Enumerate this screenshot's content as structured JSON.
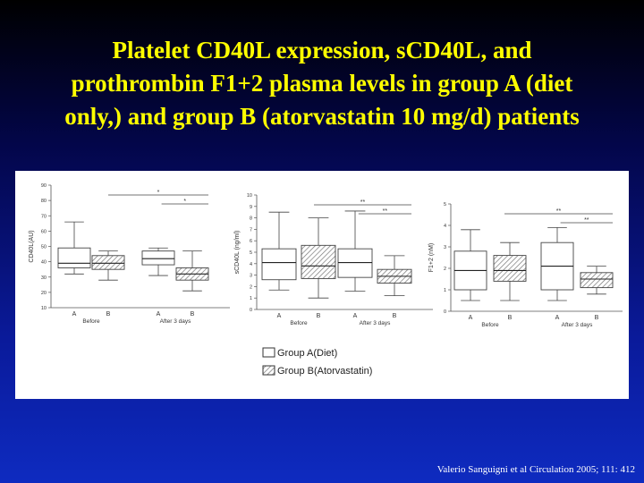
{
  "title_lines": [
    "Platelet CD40L expression, sCD40L, and",
    "prothrombin F1+2 plasma levels in group A (diet",
    "only,) and group B (atorvastatin 10 mg/d) patients"
  ],
  "citation": "Valerio Sanguigni et al Circulation 2005; 111: 412",
  "colors": {
    "title": "#ffff00",
    "background": "#0a1a9a",
    "panel": "#ffffff"
  },
  "legend": [
    {
      "label": "Group A(Diet)",
      "pattern": "plain"
    },
    {
      "label": "Group B(Atorvastatin)",
      "pattern": "hatched"
    }
  ],
  "chart_data": [
    {
      "type": "boxplot",
      "ylabel": "CD40L(AU)",
      "ylim": [
        10,
        90
      ],
      "yticks": [
        10,
        20,
        30,
        40,
        50,
        60,
        70,
        80,
        90
      ],
      "group_labels": [
        "Before",
        "After 3 days"
      ],
      "box_labels": [
        "A",
        "B",
        "A",
        "B"
      ],
      "boxes": [
        {
          "group": "Before",
          "series": "A",
          "whisker_low": 32,
          "q1": 36,
          "median": 39,
          "q3": 49,
          "whisker_high": 66
        },
        {
          "group": "Before",
          "series": "B",
          "whisker_low": 28,
          "q1": 35,
          "median": 39,
          "q3": 44,
          "whisker_high": 47
        },
        {
          "group": "After 3 days",
          "series": "A",
          "whisker_low": 31,
          "q1": 38,
          "median": 42,
          "q3": 47,
          "whisker_high": 49
        },
        {
          "group": "After 3 days",
          "series": "B",
          "whisker_low": 21,
          "q1": 28,
          "median": 32,
          "q3": 36,
          "whisker_high": 47
        }
      ],
      "significance": [
        "*",
        "*"
      ]
    },
    {
      "type": "boxplot",
      "ylabel": "sCD40L (ng/ml)",
      "ylim": [
        0,
        10
      ],
      "yticks": [
        0,
        1,
        2,
        3,
        4,
        5,
        6,
        7,
        8,
        9,
        10
      ],
      "group_labels": [
        "Before",
        "After 3 days"
      ],
      "box_labels": [
        "A",
        "B",
        "A",
        "B"
      ],
      "boxes": [
        {
          "group": "Before",
          "series": "A",
          "whisker_low": 1.7,
          "q1": 2.6,
          "median": 4.1,
          "q3": 5.3,
          "whisker_high": 8.5
        },
        {
          "group": "Before",
          "series": "B",
          "whisker_low": 1.0,
          "q1": 2.7,
          "median": 3.8,
          "q3": 5.6,
          "whisker_high": 8.0
        },
        {
          "group": "After 3 days",
          "series": "A",
          "whisker_low": 1.6,
          "q1": 2.8,
          "median": 4.1,
          "q3": 5.3,
          "whisker_high": 8.6
        },
        {
          "group": "After 3 days",
          "series": "B",
          "whisker_low": 1.2,
          "q1": 2.3,
          "median": 2.9,
          "q3": 3.5,
          "whisker_high": 4.7
        }
      ],
      "significance": [
        "**",
        "**"
      ]
    },
    {
      "type": "boxplot",
      "ylabel": "F1+2 (nM)",
      "ylim": [
        0,
        5
      ],
      "yticks": [
        0,
        1,
        2,
        3,
        4,
        5
      ],
      "group_labels": [
        "Before",
        "After 3 days"
      ],
      "box_labels": [
        "A",
        "B",
        "A",
        "B"
      ],
      "boxes": [
        {
          "group": "Before",
          "series": "A",
          "whisker_low": 0.5,
          "q1": 1.0,
          "median": 1.9,
          "q3": 2.8,
          "whisker_high": 3.8
        },
        {
          "group": "Before",
          "series": "B",
          "whisker_low": 0.5,
          "q1": 1.4,
          "median": 1.9,
          "q3": 2.6,
          "whisker_high": 3.2
        },
        {
          "group": "After 3 days",
          "series": "A",
          "whisker_low": 0.5,
          "q1": 1.0,
          "median": 2.1,
          "q3": 3.2,
          "whisker_high": 3.9
        },
        {
          "group": "After 3 days",
          "series": "B",
          "whisker_low": 0.8,
          "q1": 1.1,
          "median": 1.5,
          "q3": 1.8,
          "whisker_high": 2.1
        }
      ],
      "significance": [
        "**",
        "**"
      ]
    }
  ]
}
